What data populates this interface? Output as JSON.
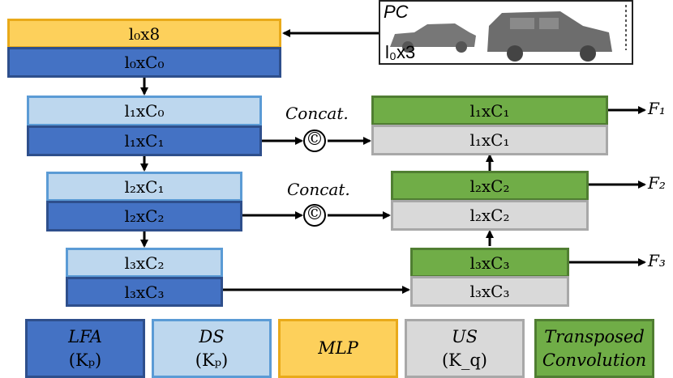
{
  "point_cloud": {
    "label": "PC",
    "size_label": "l₀x3"
  },
  "encoder": {
    "mlp": "l₀x8",
    "lfa0": "l₀xC₀",
    "ds1": "l₁xC₀",
    "lfa1": "l₁xC₁",
    "ds2": "l₂xC₁",
    "lfa2": "l₂xC₂",
    "ds3": "l₃xC₂",
    "lfa3": "l₃xC₃"
  },
  "decoder": {
    "tc1": "l₁xC₁",
    "us1": "l₁xC₁",
    "tc2": "l₂xC₂",
    "us2": "l₂xC₂",
    "tc3": "l₃xC₃",
    "us3": "l₃xC₃"
  },
  "concat": {
    "label1": "Concat.",
    "label2": "Concat.",
    "symbol": "©"
  },
  "outputs": {
    "f1": "F₁",
    "f2": "F₂",
    "f3": "F₃"
  },
  "legend": {
    "lfa": {
      "line1": "LFA",
      "line2": "(Kₚ)"
    },
    "ds": {
      "line1": "DS",
      "line2": "(Kₚ)"
    },
    "mlp": {
      "line1": "MLP"
    },
    "us": {
      "line1": "US",
      "line2": "(K_q)"
    },
    "tc": {
      "line1": "Transposed",
      "line2": "Convolution"
    }
  },
  "colors": {
    "lfa": "#4472c4",
    "ds": "#bdd7ee",
    "mlp": "#fdd05b",
    "us": "#d9d9d9",
    "tc": "#70ad47"
  }
}
